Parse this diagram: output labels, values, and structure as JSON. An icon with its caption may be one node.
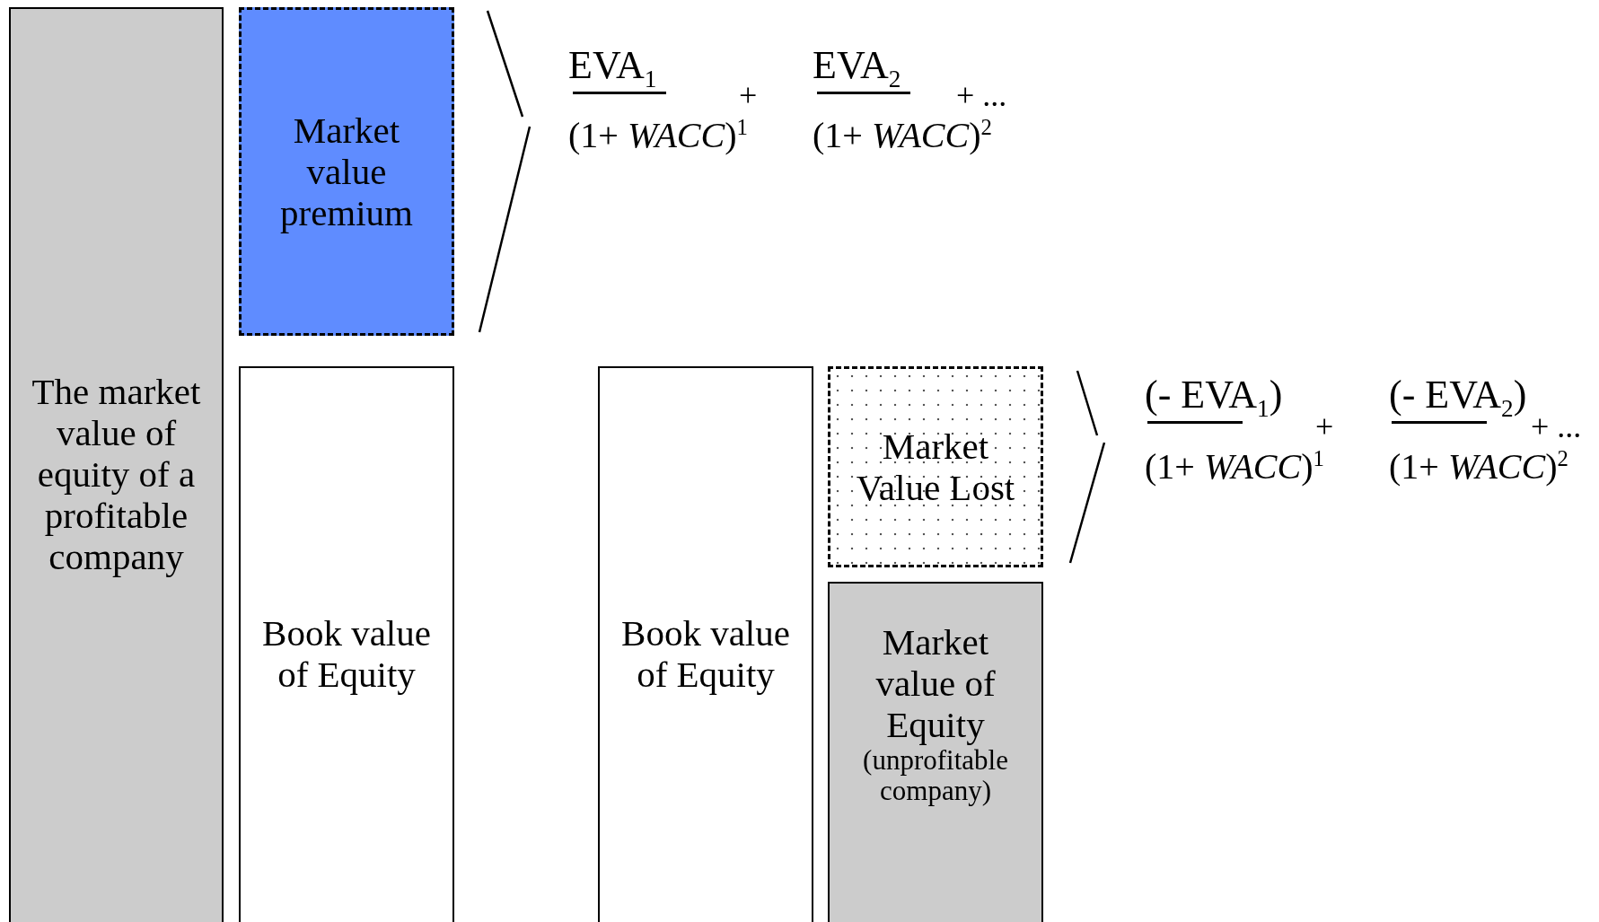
{
  "diagram": {
    "nodes": [
      {
        "text": [
          "The market value of equity of a profitable company"
        ]
      },
      {
        "text": [
          "Market value premium"
        ]
      },
      {
        "text": [
          "Book value of Equity"
        ]
      },
      {
        "text": [
          "Book value of Equity"
        ]
      },
      {
        "text": [
          "Market Value Lost"
        ]
      },
      {
        "text": [
          "Market value of Equity",
          "(unprofitable company)"
        ]
      }
    ],
    "labels": [
      "EVA$_{1}$",
      "(1+ *WACC*)$^{1}$",
      "+",
      "EVA$_{2}$",
      "(1+ *WACC*)$^{2}$",
      "+ ...",
      "(- EVA$_{1}$)",
      "(1+ *WACC*)$^{1}$",
      "+",
      "(- EVA$_{2}$)",
      "(1+ *WACC*)$^{2}$",
      "+ ..."
    ]
  }
}
